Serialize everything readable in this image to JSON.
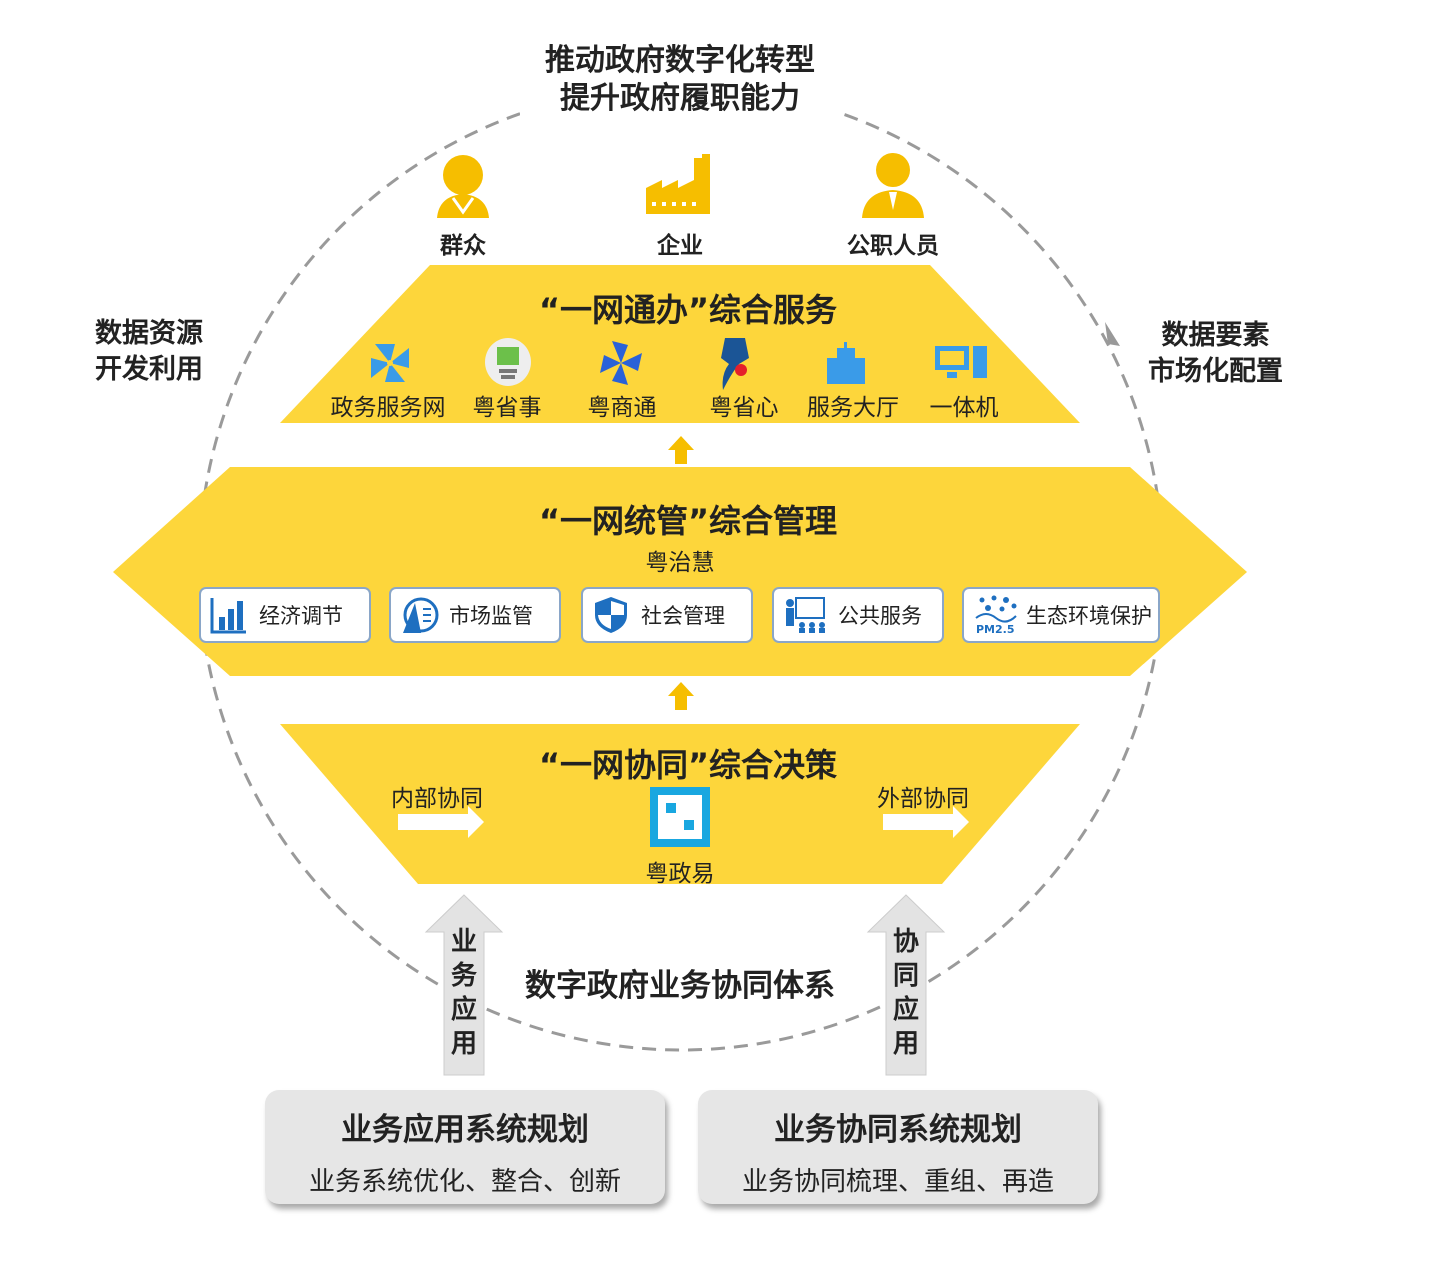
{
  "title_lines": [
    "推动政府数字化转型",
    "提升政府履职能力"
  ],
  "users": [
    {
      "label": "群众",
      "icon": "citizen-icon"
    },
    {
      "label": "企业",
      "icon": "factory-icon"
    },
    {
      "label": "公职人员",
      "icon": "official-icon"
    }
  ],
  "left_side": [
    "数据资源",
    "开发利用"
  ],
  "right_side": [
    "数据要素",
    "市场化配置"
  ],
  "service_layer": {
    "title": "“一网通办”综合服务",
    "items": [
      "政务服务网",
      "粤省事",
      "粤商通",
      "粤省心",
      "服务大厅",
      "一体机"
    ]
  },
  "management_layer": {
    "title": "“一网统管”综合管理",
    "platform": "粤治慧",
    "modules": [
      "经济调节",
      "市场监管",
      "社会管理",
      "公共服务",
      "生态环境保护"
    ],
    "pm_label": "PM2.5"
  },
  "decision_layer": {
    "title": "“一网协同”综合决策",
    "internal": "内部协同",
    "external": "外部协同",
    "platform": "粤政易"
  },
  "system_name": "数字政府业务协同体系",
  "arrow_left": [
    "业",
    "务",
    "应",
    "用"
  ],
  "arrow_right": [
    "协",
    "同",
    "应",
    "用"
  ],
  "plans": [
    {
      "title": "业务应用系统规划",
      "subtitle": "业务系统优化、整合、创新"
    },
    {
      "title": "业务协同系统规划",
      "subtitle": "业务协同梳理、重组、再造"
    }
  ],
  "colors": {
    "yellow": "#FDD63B",
    "icon_yellow": "#F6BE00",
    "blue": "#1E6FC0",
    "gray": "#e6e6e6"
  }
}
